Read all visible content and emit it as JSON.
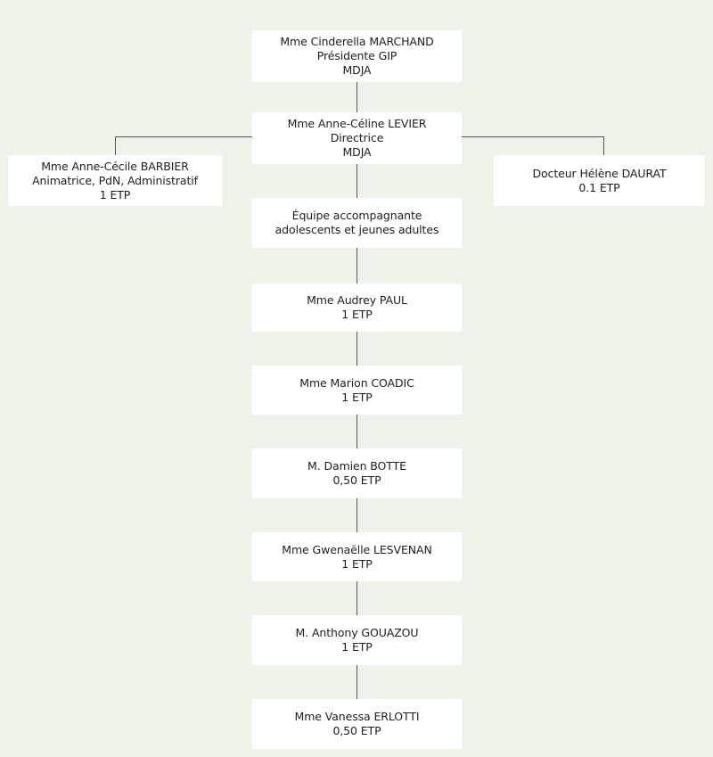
{
  "org_chart": {
    "nodes": {
      "president": {
        "lines": [
          "Mme Cinderella MARCHAND",
          "Présidente GIP",
          "MDJA"
        ]
      },
      "director": {
        "lines": [
          "Mme Anne-Céline LEVIER",
          "Directrice",
          "MDJA"
        ]
      },
      "barbier": {
        "lines": [
          "Mme Anne-Cécile BARBIER",
          "Animatrice, PdN, Administratif",
          "1 ETP"
        ]
      },
      "daurat": {
        "lines": [
          "Docteur Hélène DAURAT",
          "0.1 ETP"
        ]
      },
      "team": {
        "lines": [
          "Équipe accompagnante",
          "adolescents et jeunes adultes"
        ]
      },
      "paul": {
        "lines": [
          "Mme Audrey PAUL",
          "1 ETP"
        ]
      },
      "coadic": {
        "lines": [
          "Mme Marion COADIC",
          "1 ETP"
        ]
      },
      "botte": {
        "lines": [
          "M. Damien BOTTE",
          "0,50 ETP"
        ]
      },
      "lesvenan": {
        "lines": [
          "Mme Gwenaëlle LESVENAN",
          "1 ETP"
        ]
      },
      "gouazou": {
        "lines": [
          "M. Anthony GOUAZOU",
          "1 ETP"
        ]
      },
      "erlotti": {
        "lines": [
          "Mme Vanessa ERLOTTI",
          "0,50 ETP"
        ]
      }
    }
  }
}
